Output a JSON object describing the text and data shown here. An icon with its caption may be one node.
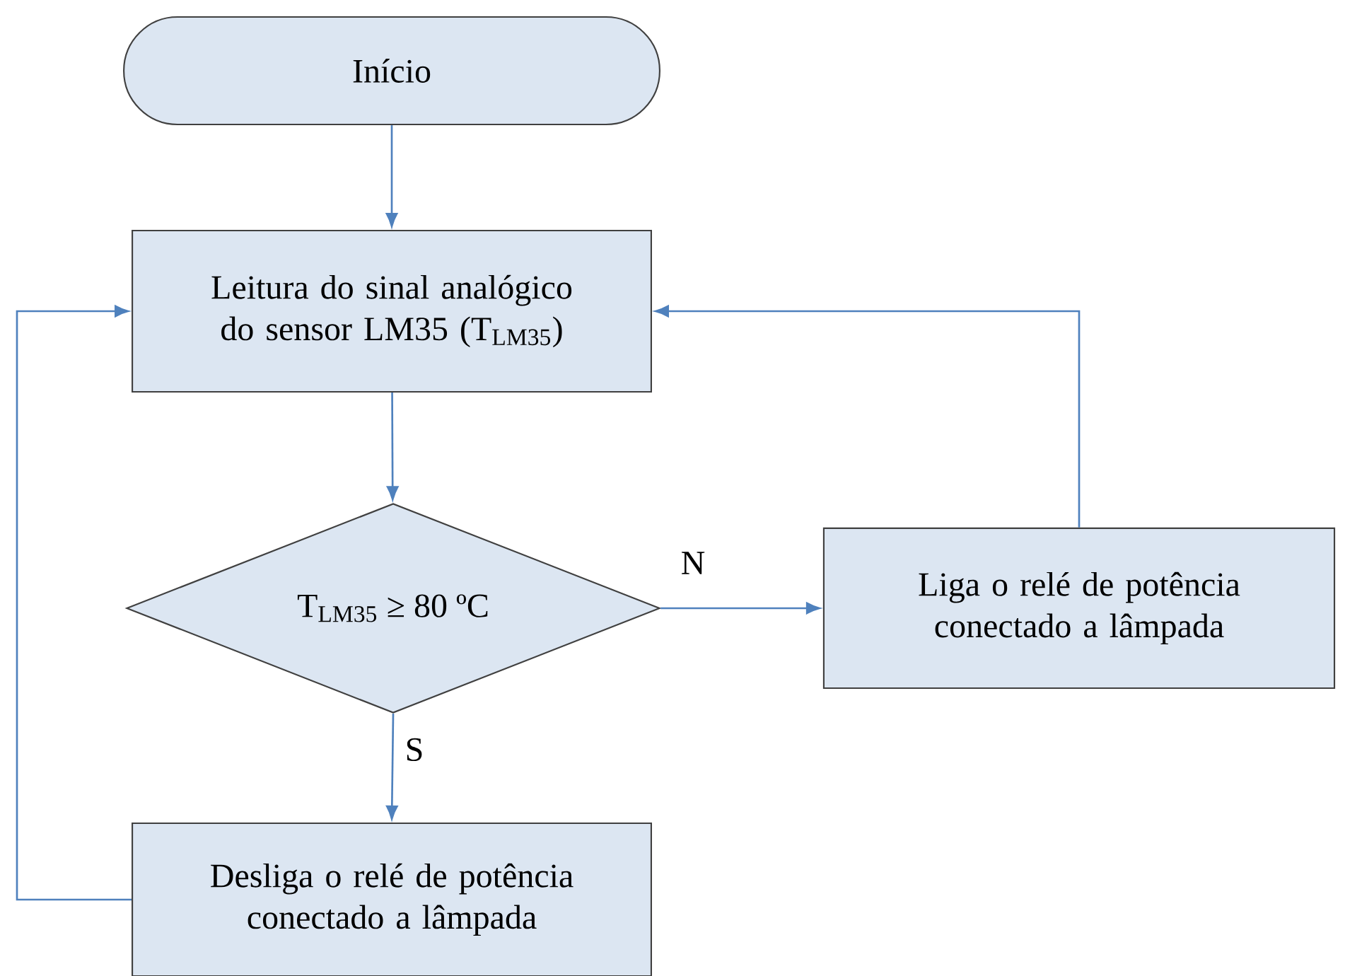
{
  "diagram": {
    "nodes": [
      {
        "text": [
          "Início"
        ]
      },
      {
        "text": [
          "Leitura do sinal analógico do sensor LM35 (T$_{LM35}$)"
        ]
      },
      {
        "text": [
          "T$_{LM35}$ ≥ 80 ºC"
        ]
      },
      {
        "text": [
          "Liga o relé de potência conectado a lâmpada"
        ]
      },
      {
        "text": [
          "Desliga o relé de potência conectado a lâmpada"
        ]
      }
    ],
    "edges": [
      {
        "from": 0,
        "to": 1,
        "arrow": "to"
      },
      {
        "from": 1,
        "to": 2,
        "arrow": "to"
      },
      {
        "from": 2,
        "to": 3,
        "arrow": "to",
        "label": "N"
      },
      {
        "from": 2,
        "to": 4,
        "arrow": "to",
        "label": "S"
      },
      {
        "from": 3,
        "to": 1,
        "arrow": "to"
      },
      {
        "from": 4,
        "to": 1,
        "arrow": "to"
      }
    ]
  }
}
